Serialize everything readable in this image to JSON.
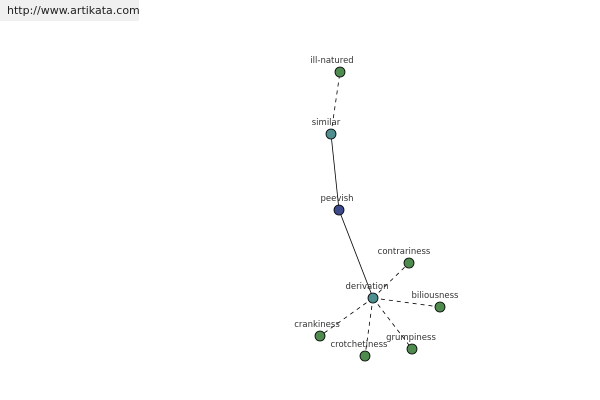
{
  "header": {
    "url": "http://www.artikata.com"
  },
  "colors": {
    "background": "#ffffff",
    "banner": "#f0f0f0",
    "edge": "#000000",
    "label": "#333333",
    "node_stroke": "#000000",
    "focus_node": "#3d4a8c",
    "link_node": "#4f8f8f",
    "leaf_node": "#4f8a4f"
  },
  "graph": {
    "nodes": [
      {
        "id": "ill-natured",
        "label": "ill-natured",
        "kind": "leaf"
      },
      {
        "id": "similar",
        "label": "similar",
        "kind": "link"
      },
      {
        "id": "peevish",
        "label": "peevish",
        "kind": "focus"
      },
      {
        "id": "derivation",
        "label": "derivation",
        "kind": "link"
      },
      {
        "id": "contrariness",
        "label": "contrariness",
        "kind": "leaf"
      },
      {
        "id": "biliousness",
        "label": "biliousness",
        "kind": "leaf"
      },
      {
        "id": "grumpiness",
        "label": "grumpiness",
        "kind": "leaf"
      },
      {
        "id": "crotchetiness",
        "label": "crotchetiness",
        "kind": "leaf"
      },
      {
        "id": "crankiness",
        "label": "crankiness",
        "kind": "leaf"
      }
    ],
    "edges": [
      {
        "from": "similar",
        "to": "ill-natured",
        "style": "dashed"
      },
      {
        "from": "peevish",
        "to": "similar",
        "style": "solid"
      },
      {
        "from": "peevish",
        "to": "derivation",
        "style": "solid"
      },
      {
        "from": "derivation",
        "to": "contrariness",
        "style": "dashed"
      },
      {
        "from": "derivation",
        "to": "biliousness",
        "style": "dashed"
      },
      {
        "from": "derivation",
        "to": "grumpiness",
        "style": "dashed"
      },
      {
        "from": "derivation",
        "to": "crotchetiness",
        "style": "dashed"
      },
      {
        "from": "derivation",
        "to": "crankiness",
        "style": "dashed"
      }
    ]
  }
}
